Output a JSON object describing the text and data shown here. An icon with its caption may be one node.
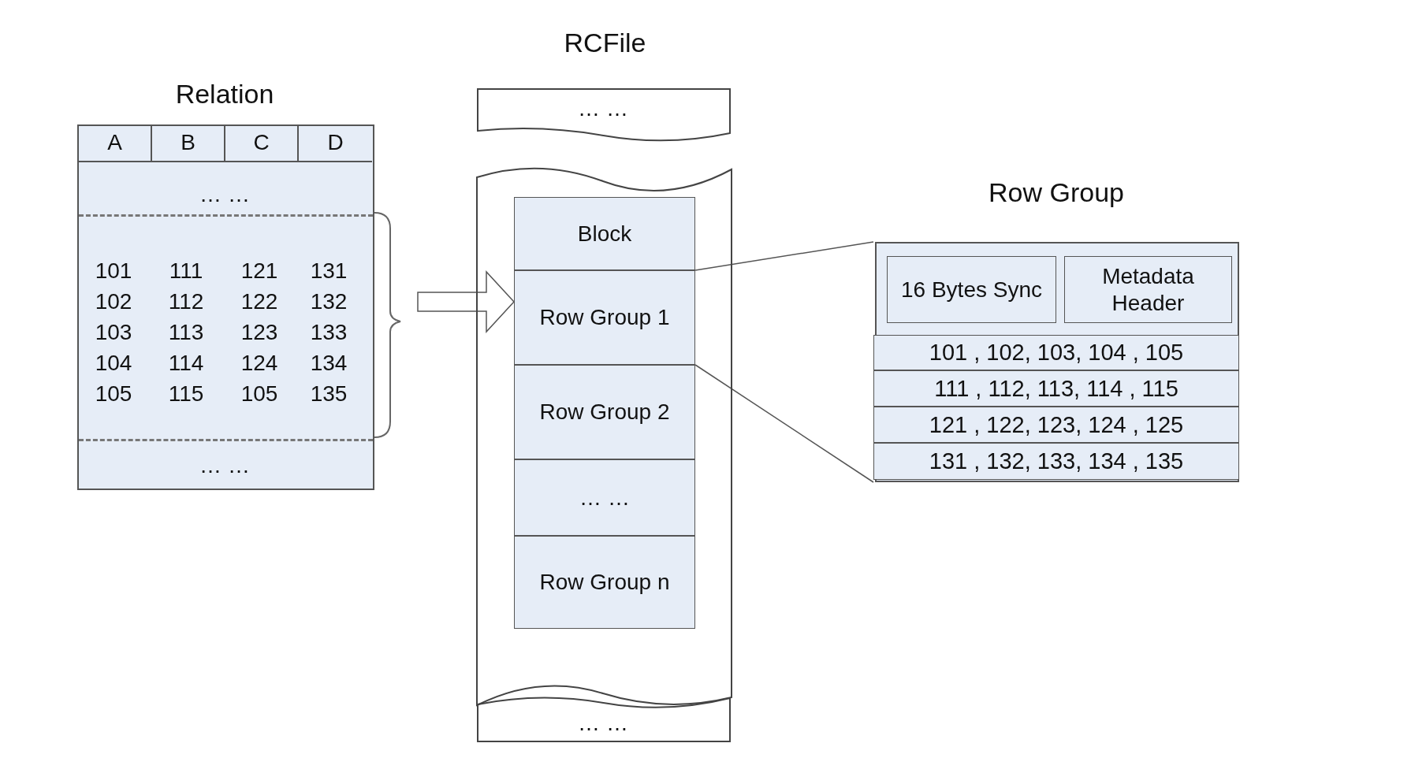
{
  "diagram": {
    "nodes": [
      {
        "text": [
          "Relation"
        ]
      },
      {
        "text": [],
        "shape": "box"
      },
      {
        "text": [
          "… …"
        ]
      },
      {
        "text": [
          "Block"
        ],
        "in": 1
      },
      {
        "text": [
          "Row Group 1"
        ],
        "in": 1
      },
      {
        "text": [
          "Row Group 2"
        ],
        "in": 1
      },
      {
        "text": [
          "… …"
        ],
        "in": 1
      },
      {
        "text": [
          "Row Group n"
        ],
        "in": 1
      },
      {
        "text": [
          "… …"
        ]
      },
      {
        "text": [
          "Row Group"
        ]
      },
      {
        "text": [
          "16 Bytes Sync"
        ],
        "in": 9
      },
      {
        "text": [
          "Metadata Header"
        ],
        "in": 9
      },
      {
        "text": [
          "101 , 102, 103, 104 , 105"
        ],
        "in": 9
      },
      {
        "text": [
          "111 , 112, 113, 114 , 115"
        ],
        "in": 9
      },
      {
        "text": [
          "121 , 122, 123, 124 , 125"
        ],
        "in": 9
      },
      {
        "text": [
          "131 , 132, 133, 134 , 135"
        ],
        "in": 9
      }
    ],
    "edges": [
      {
        "from": 0,
        "to": 4,
        "arrow": "to"
      },
      {
        "from": 4,
        "to": 9,
        "arrow": "none"
      },
      {
        "from": 4,
        "to": 9,
        "arrow": "none"
      }
    ],
    "labels": [
      "RCFile",
      "A",
      "B",
      "C",
      "D",
      "… …",
      "101",
      "111",
      "121",
      "131",
      "102",
      "112",
      "122",
      "132",
      "103",
      "113",
      "123",
      "133",
      "104",
      "114",
      "124",
      "134",
      "105",
      "115",
      "105",
      "135",
      "… …"
    ]
  }
}
